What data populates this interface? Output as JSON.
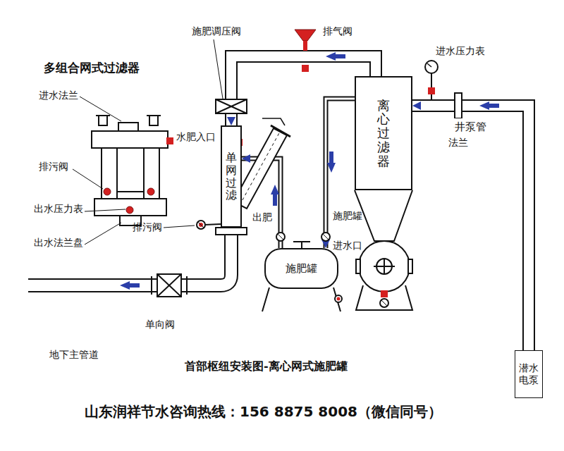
{
  "diagram": {
    "caption": "首部枢纽安装图-离心网式施肥罐",
    "nodes": [
      {
        "text": [
          "离心过滤器"
        ]
      },
      {
        "text": [
          "单网过滤"
        ]
      },
      {
        "text": [
          "施肥罐"
        ]
      },
      {
        "text": [
          "潜水电泵"
        ]
      }
    ],
    "edges": [
      {
        "from": 3,
        "to": 0,
        "arrow": "to",
        "label": "井泵管"
      },
      {
        "from": 0,
        "to": 1,
        "arrow": "to"
      },
      {
        "from": 0,
        "to": 2,
        "arrow": "to"
      },
      {
        "from": 2,
        "to": 1,
        "arrow": "to"
      }
    ],
    "labels": [
      "多组合网式过滤器",
      "进水法兰",
      "排污阀",
      "出水压力表",
      "出水法兰盘",
      "施肥调压阀",
      "排气阀",
      "进水压力表",
      "水肥入口",
      "法兰",
      "出肥",
      "施肥罐",
      "进水口",
      "排污阀",
      "单向阀",
      "地下主管道",
      "山东润祥节水咨询热线：156 8875 8008（微信同号）"
    ]
  }
}
